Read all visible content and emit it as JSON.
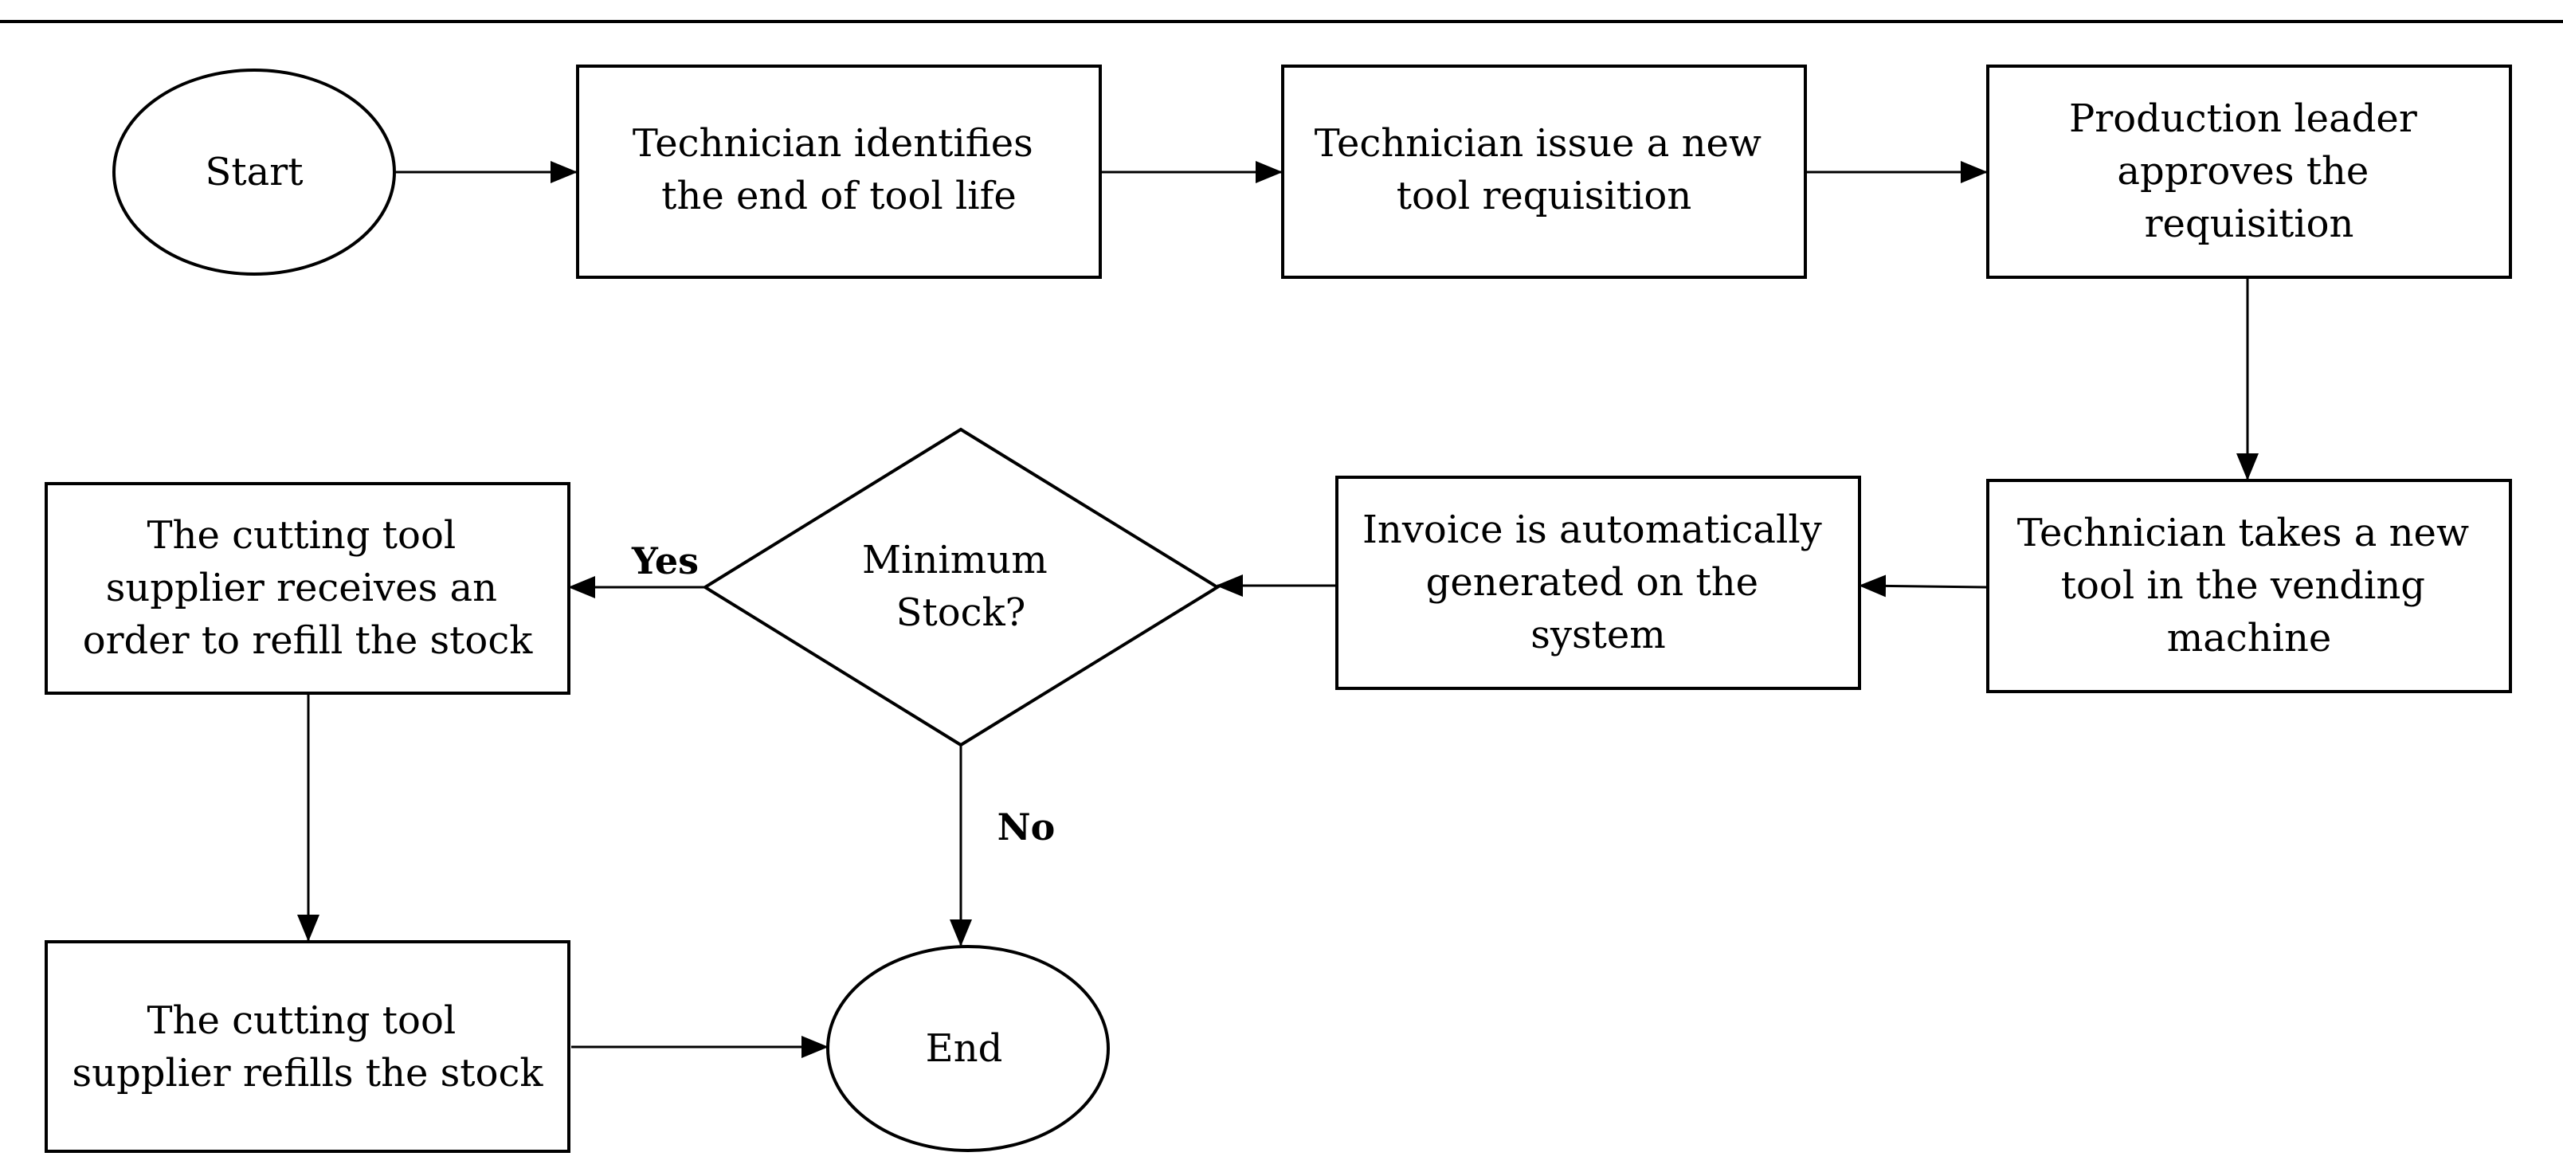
{
  "nodes": {
    "start": {
      "lines": [
        "Start"
      ]
    },
    "identify": {
      "lines": [
        "Technician identifies",
        "the end of tool life"
      ]
    },
    "issue": {
      "lines": [
        "Technician issue a new",
        "tool requisition"
      ]
    },
    "approve": {
      "lines": [
        "Production leader",
        "approves the",
        "requisition"
      ]
    },
    "takes": {
      "lines": [
        "Technician takes a new",
        "tool in the vending",
        "machine"
      ]
    },
    "invoice": {
      "lines": [
        "Invoice is automatically",
        "generated on the",
        "system"
      ]
    },
    "decision": {
      "lines": [
        "Minimum",
        "Stock?"
      ]
    },
    "supplier_order": {
      "lines": [
        "The cutting tool",
        "supplier receives an",
        "order to refill the stock"
      ]
    },
    "supplier_refill": {
      "lines": [
        "The cutting tool",
        "supplier refills the stock"
      ]
    },
    "end": {
      "lines": [
        "End"
      ]
    }
  },
  "edge_labels": {
    "yes": "Yes",
    "no": "No"
  }
}
